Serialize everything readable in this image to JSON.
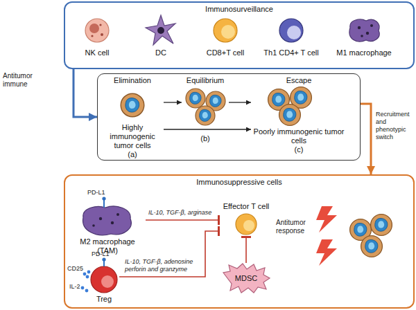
{
  "diagram": {
    "nodes": [
      {
        "text": [
          "Immunosurveillance"
        ]
      },
      {
        "text": [
          "NK cell"
        ],
        "in": 0
      },
      {
        "text": [
          "DC"
        ],
        "in": 0
      },
      {
        "text": [
          "CD8+T cell"
        ],
        "in": 0
      },
      {
        "text": [
          "Th1 CD4+ T cell"
        ],
        "in": 0
      },
      {
        "text": [
          "M1 macrophage"
        ],
        "in": 0
      },
      {
        "text": [
          "Elimination",
          "Equilibrium",
          "Escape"
        ]
      },
      {
        "text": [
          "Highly immunogenic tumor cells",
          "(a)"
        ],
        "in": 6
      },
      {
        "text": [
          "(b)"
        ],
        "in": 6
      },
      {
        "text": [
          "Poorly immunogenic tumor cells",
          "(c)"
        ],
        "in": 6
      },
      {
        "text": [
          "Immunosuppressive cells"
        ]
      },
      {
        "text": [
          "M2 macrophage (TAM)"
        ],
        "in": 10
      },
      {
        "text": [
          "Treg"
        ],
        "in": 10
      },
      {
        "text": [
          "Effector T cell"
        ],
        "in": 10
      },
      {
        "text": [
          "MDSC"
        ],
        "in": 10
      }
    ],
    "edges": [
      {
        "from": 0,
        "to": 6,
        "arrow": "to",
        "label": "Antitumor immune"
      },
      {
        "from": 7,
        "to": 8,
        "arrow": "to"
      },
      {
        "from": 8,
        "to": 9,
        "arrow": "to"
      },
      {
        "from": 7,
        "to": 9,
        "arrow": "to"
      },
      {
        "from": 6,
        "to": 10,
        "arrow": "to",
        "label": "Recruitment and phenotypic switch"
      },
      {
        "from": 11,
        "to": 13,
        "arrow": "to",
        "label": "IL-10, TGF-β, arginase"
      },
      {
        "from": 12,
        "to": 13,
        "arrow": "to",
        "label": "IL-10, TGF-β, adenosine perforin and granzyme"
      },
      {
        "from": 14,
        "to": 13,
        "arrow": "to"
      }
    ],
    "labels": [
      "PD-L1",
      "PD-L1",
      "CD25",
      "IL-2",
      "Antitumor response"
    ]
  }
}
